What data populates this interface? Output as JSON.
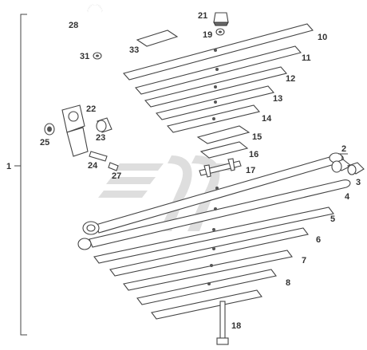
{
  "diagram": {
    "accent": "#b5b5b5",
    "watermark_color": "#c4c4c4",
    "labels": {
      "p1": "1",
      "p2": "2",
      "p3": "3",
      "p4": "4",
      "p5": "5",
      "p6": "6",
      "p7": "7",
      "p8": "8",
      "p10": "10",
      "p11": "11",
      "p12": "12",
      "p13": "13",
      "p14": "14",
      "p15": "15",
      "p16": "16",
      "p17": "17",
      "p18": "18",
      "p19": "19",
      "p21": "21",
      "p22": "22",
      "p23": "23",
      "p24": "24",
      "p25": "25",
      "p27": "27",
      "p28": "28",
      "p31": "31",
      "p33": "33"
    }
  }
}
